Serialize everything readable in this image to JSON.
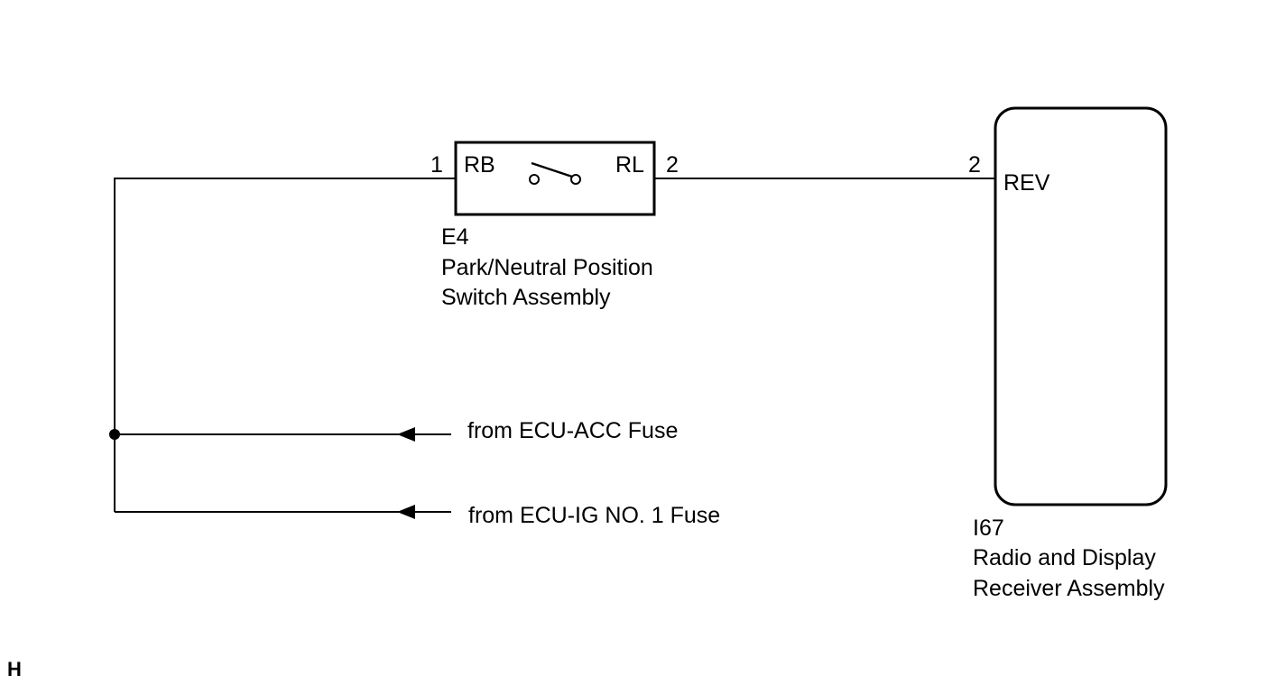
{
  "switch_component": {
    "pin_left_number": "1",
    "pin_left_name": "RB",
    "pin_right_number": "2",
    "pin_right_name": "RL",
    "code": "E4",
    "name_line1": "Park/Neutral Position",
    "name_line2": "Switch Assembly"
  },
  "receiver_component": {
    "pin_number": "2",
    "pin_name": "REV",
    "code": "I67",
    "name_line1": "Radio and Display",
    "name_line2": "Receiver Assembly"
  },
  "power_sources": [
    {
      "label": "from ECU-ACC Fuse"
    },
    {
      "label": "from ECU-IG NO. 1 Fuse"
    }
  ],
  "corner_mark": "H",
  "colors": {
    "line": "#000000",
    "background": "#ffffff"
  }
}
